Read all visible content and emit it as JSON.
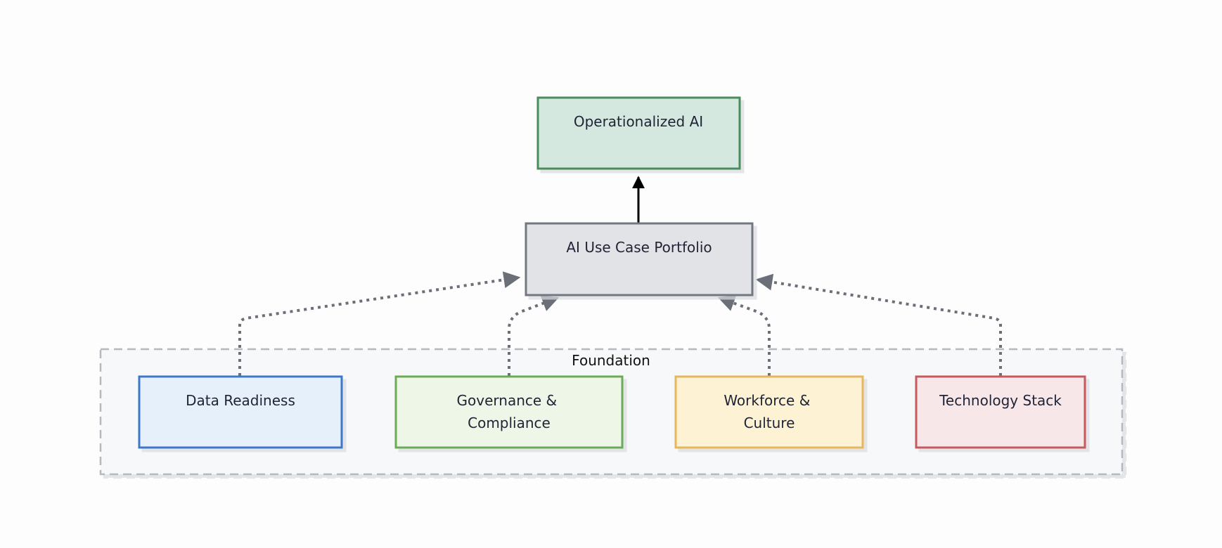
{
  "diagram": {
    "cluster": {
      "label": "Foundation",
      "fill": "#f7f8fa",
      "stroke": "#b4b8bf"
    },
    "nodes": {
      "operationalized": {
        "label": "Operationalized AI",
        "fill": "#d5e8df",
        "stroke": "#4b8c5c"
      },
      "portfolio": {
        "label": "AI Use Case Portfolio",
        "fill": "#e2e3e6",
        "stroke": "#737780"
      },
      "data_readiness": {
        "label": "Data Readiness",
        "fill": "#e6f0fb",
        "stroke": "#3d78c8"
      },
      "governance": {
        "label_lines": [
          "Governance &",
          "Compliance"
        ],
        "fill": "#eef7e7",
        "stroke": "#6aac55"
      },
      "workforce": {
        "label_lines": [
          "Workforce &",
          "Culture"
        ],
        "fill": "#fdf2d3",
        "stroke": "#e8b65c"
      },
      "technology": {
        "label": "Technology Stack",
        "fill": "#f7e7e8",
        "stroke": "#c75a5e"
      }
    },
    "edges": [
      {
        "from": "portfolio",
        "to": "operationalized",
        "style": "solid",
        "color": "#000000"
      },
      {
        "from": "data_readiness",
        "to": "portfolio",
        "style": "dotted",
        "color": "#6b6f78"
      },
      {
        "from": "governance",
        "to": "portfolio",
        "style": "dotted",
        "color": "#6b6f78"
      },
      {
        "from": "workforce",
        "to": "portfolio",
        "style": "dotted",
        "color": "#6b6f78"
      },
      {
        "from": "technology",
        "to": "portfolio",
        "style": "dotted",
        "color": "#6b6f78"
      }
    ]
  }
}
